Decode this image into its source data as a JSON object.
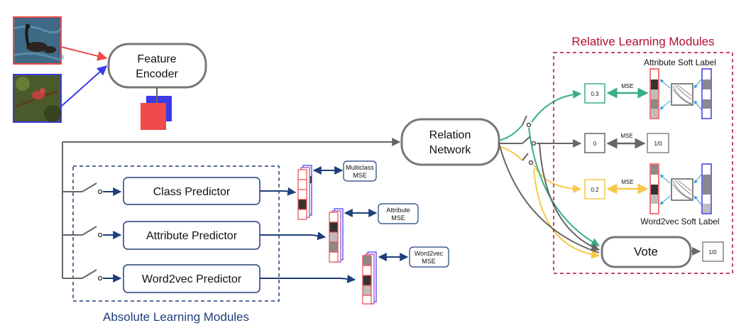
{
  "feature_encoder": {
    "line1": "Feature",
    "line2": "Encoder"
  },
  "relation_network": {
    "line1": "Relation",
    "line2": "Network"
  },
  "predictors": {
    "class": "Class Predictor",
    "attribute": "Attribute Predictor",
    "word2vec": "Word2vec Predictor"
  },
  "absolute_losses": {
    "multiclass": {
      "line1": "Multiclass",
      "line2": "MSE"
    },
    "attribute": {
      "line1": "Attribute",
      "line2": "MSE"
    },
    "word2vec": {
      "line1": "Word2vec",
      "line2": "MSE"
    }
  },
  "absolute_modules_caption": "Absolute Learning Modules",
  "relative_modules_caption": "Relative Learning Modules",
  "attribute_soft_label": "Attribute Soft Label",
  "word2vec_soft_label": "Word2vec Soft Label",
  "relative_values": {
    "attr_score": "0.3",
    "binary_score": "0",
    "binary_target": "1/0",
    "w2v_score": "0.2"
  },
  "mse_label": "MSE",
  "vote": {
    "label": "Vote",
    "output": "1/0"
  },
  "colors": {
    "red": "#f04a4a",
    "blue": "#3a3ae8",
    "navy": "#1f3e7a",
    "green": "#3aae86",
    "yellow": "#f5c94a",
    "gray": "#666666",
    "relative_border": "#b01030",
    "absolute_border": "#1f3e7a"
  }
}
